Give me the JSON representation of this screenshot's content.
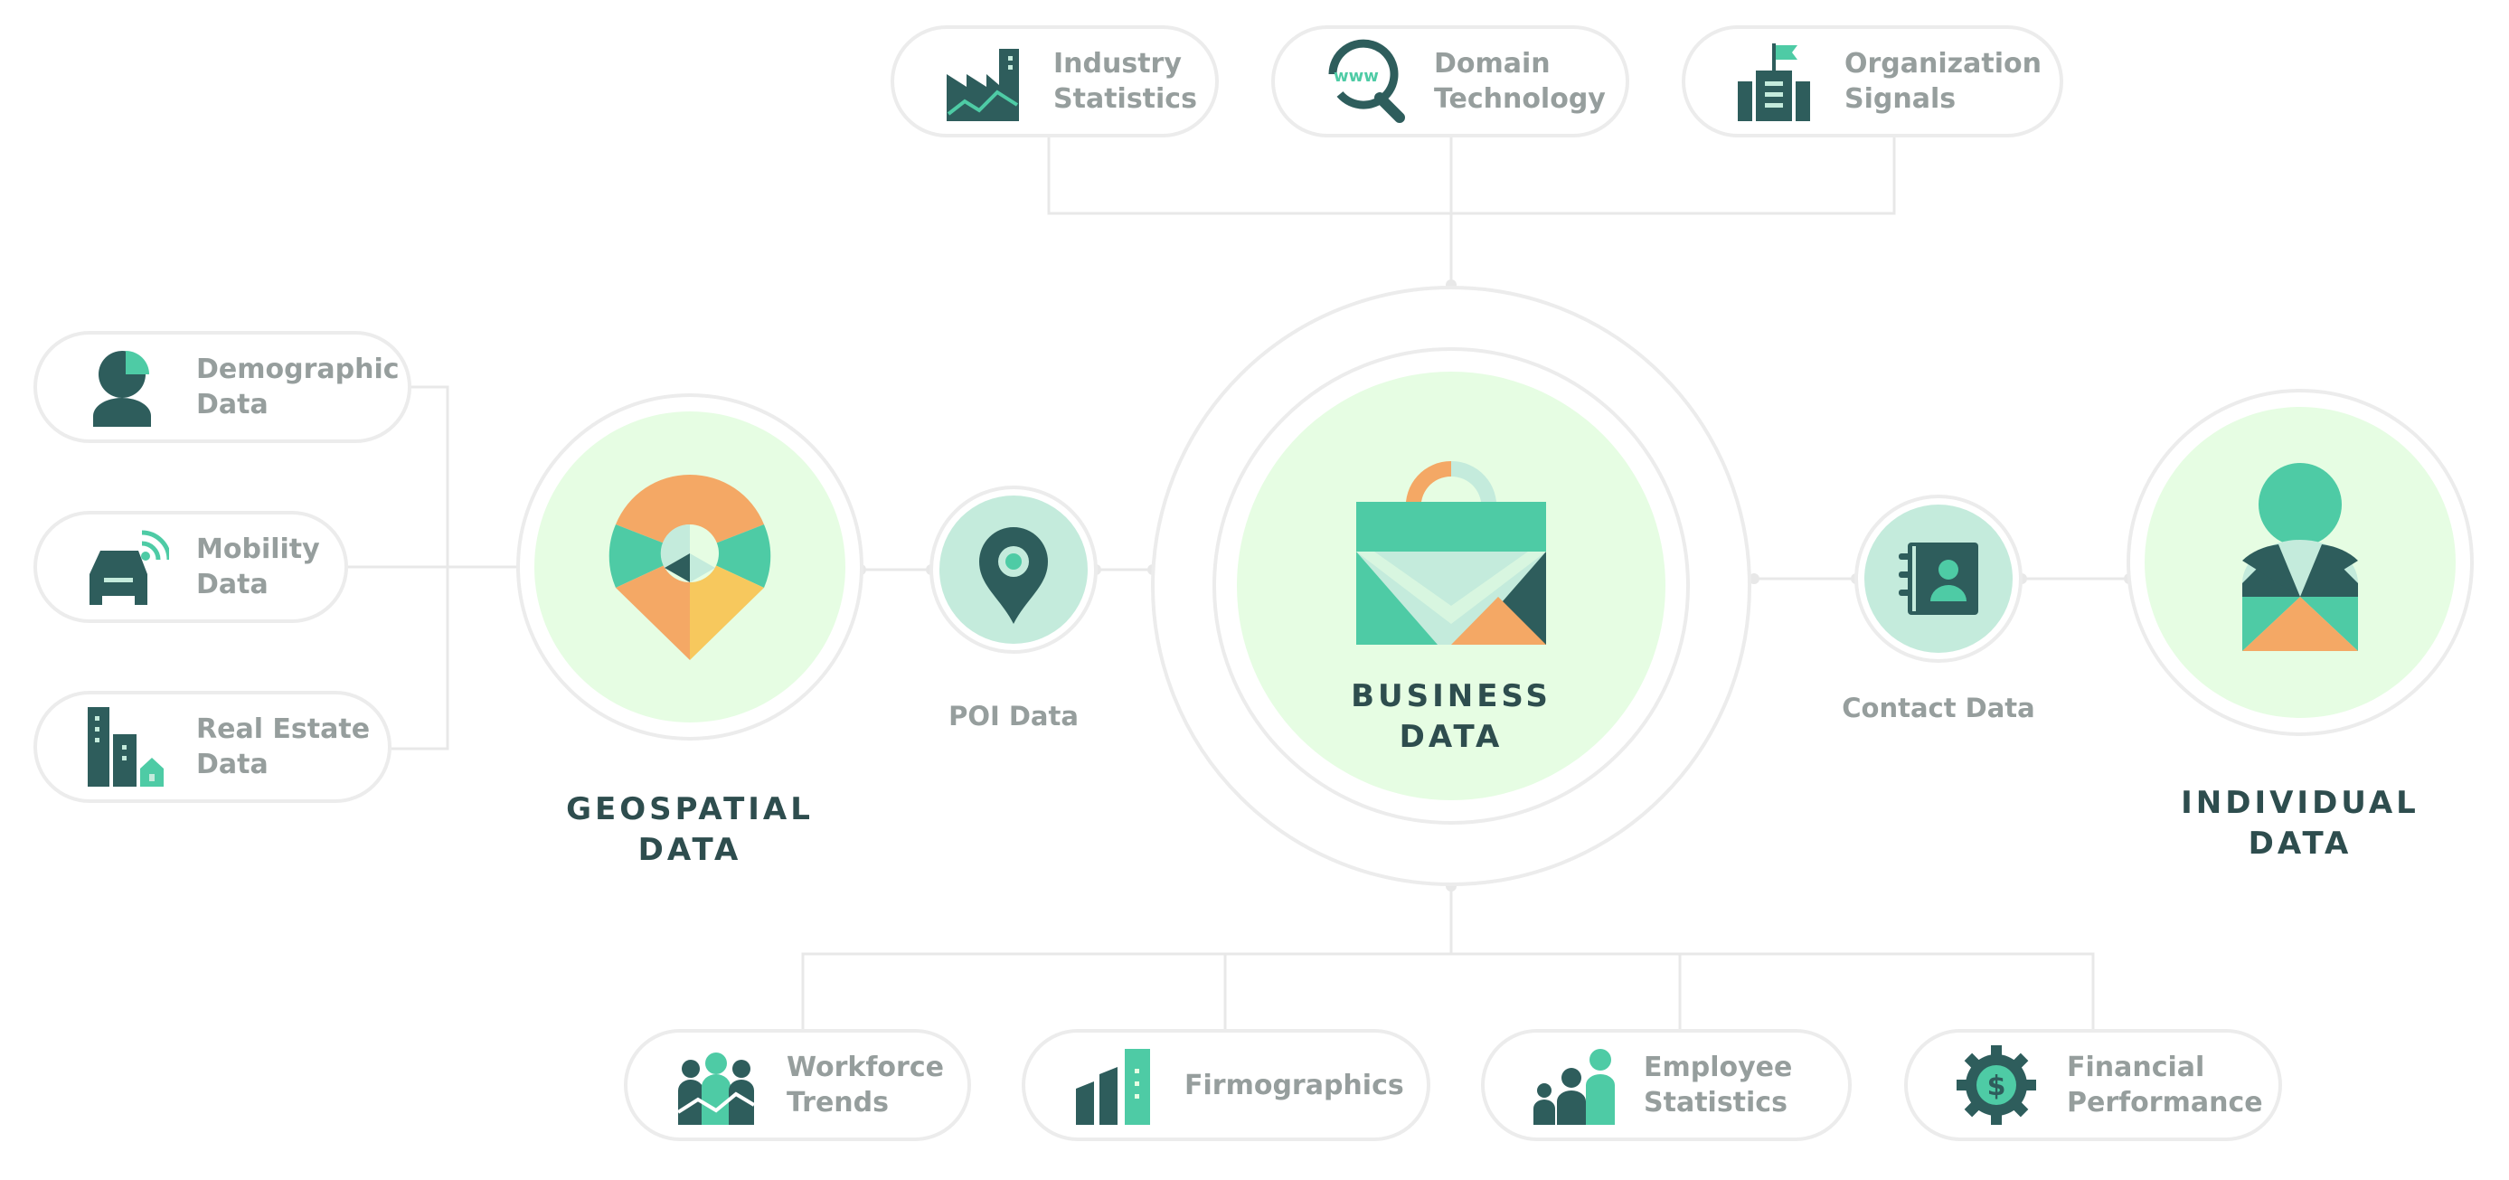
{
  "center": {
    "label": "BUSINESS\nDATA"
  },
  "geospatial": {
    "label": "GEOSPATIAL\nDATA"
  },
  "individual": {
    "label": "INDIVIDUAL\nDATA"
  },
  "poi": {
    "label": "POI Data"
  },
  "contact": {
    "label": "Contact Data"
  },
  "top_pills": [
    {
      "label": "Industry\nStatistics",
      "icon": "factory-chart-icon"
    },
    {
      "label": "Domain\nTechnology",
      "icon": "www-search-icon"
    },
    {
      "label": "Organization\nSignals",
      "icon": "building-flag-icon"
    }
  ],
  "left_pills": [
    {
      "label": "Demographic\nData",
      "icon": "person-pie-icon"
    },
    {
      "label": "Mobility\nData",
      "icon": "car-signal-icon"
    },
    {
      "label": "Real Estate\nData",
      "icon": "buildings-icon"
    }
  ],
  "bottom_pills": [
    {
      "label": "Workforce\nTrends",
      "icon": "team-trend-icon"
    },
    {
      "label": "Firmographics",
      "icon": "bar-buildings-icon"
    },
    {
      "label": "Employee\nStatistics",
      "icon": "people-growth-icon"
    },
    {
      "label": "Financial\nPerformance",
      "icon": "gear-dollar-icon"
    }
  ],
  "colors": {
    "dark": "#2e5d5c",
    "teal": "#4ecba5",
    "light_teal": "#c4ebdc",
    "mint_bg": "#e6fde3",
    "orange": "#f4a865",
    "yellow": "#f7c85d",
    "line": "#e8e8e8",
    "text_dark": "#2e4d4e",
    "text_gray": "#969e9d"
  }
}
